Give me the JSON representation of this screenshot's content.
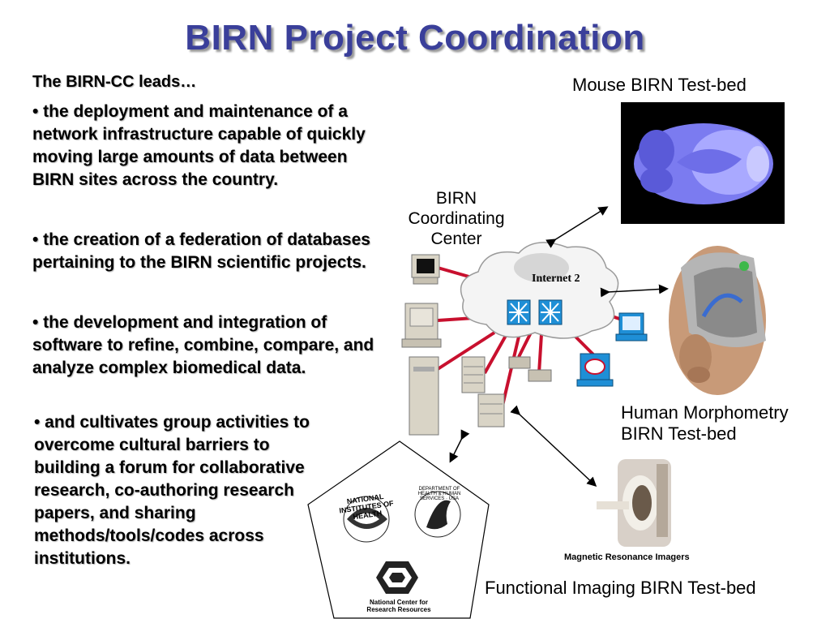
{
  "slide": {
    "title": "BIRN Project Coordination",
    "intro": "The BIRN-CC leads…",
    "bullets": [
      "• the deployment and maintenance of a network infrastructure capable of quickly moving large amounts of  data between BIRN sites across the country.",
      "• the creation of a federation of databases pertaining to the BIRN scientific projects.",
      "• the development and integration of software to refine, combine, compare, and analyze complex biomedical data.",
      "• and cultivates group activities to overcome cultural barriers to building a forum for collaborative research,  co-authoring research papers, and sharing methods/tools/codes across institutions."
    ]
  },
  "diagram": {
    "mouse_label": "Mouse BIRN Test-bed",
    "cc_label": "BIRN Coordinating Center",
    "internet_label": "Internet 2",
    "human_label": "Human Morphometry BIRN Test-bed",
    "functional_label": "Functional Imaging BIRN Test-bed",
    "mri_caption": "Magnetic Resonance Imagers"
  },
  "logos": {
    "nih": "NATIONAL INSTITUTES OF HEALTH",
    "hhs": "DEPARTMENT OF HEALTH & HUMAN SERVICES · USA",
    "ncrr_line1": "National Center for",
    "ncrr_line2": "Research Resources"
  },
  "colors": {
    "title": "#3a3f9a",
    "cables": "#c8102e",
    "cloud": "#f2f2f2",
    "mouse_bg": "#000000",
    "brain": "#7b7bf0"
  }
}
